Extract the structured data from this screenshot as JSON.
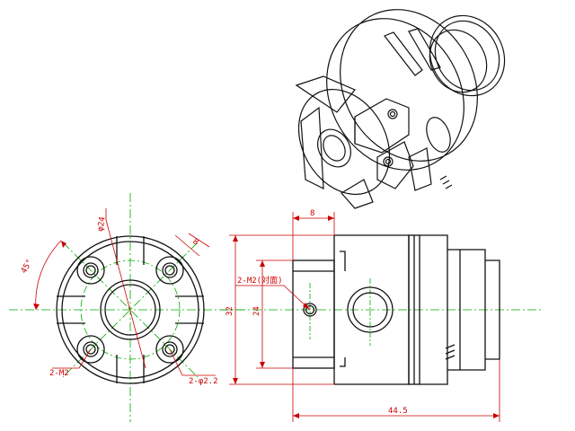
{
  "labels": {
    "dim_top_width": "8",
    "dim_pcd": "φ24",
    "dim_slot": "8",
    "dim_angle": "45°",
    "dim_height_outer": "32",
    "dim_height_inner": "24",
    "dim_total_length": "44.5",
    "callout_side_thread": "2-M2(対面)",
    "callout_face_thread": "2-M2",
    "callout_face_hole": "2-φ2.2"
  },
  "colors": {
    "outline": "#111111",
    "dimension": "#cc0000",
    "centerline": "#00aa00"
  }
}
